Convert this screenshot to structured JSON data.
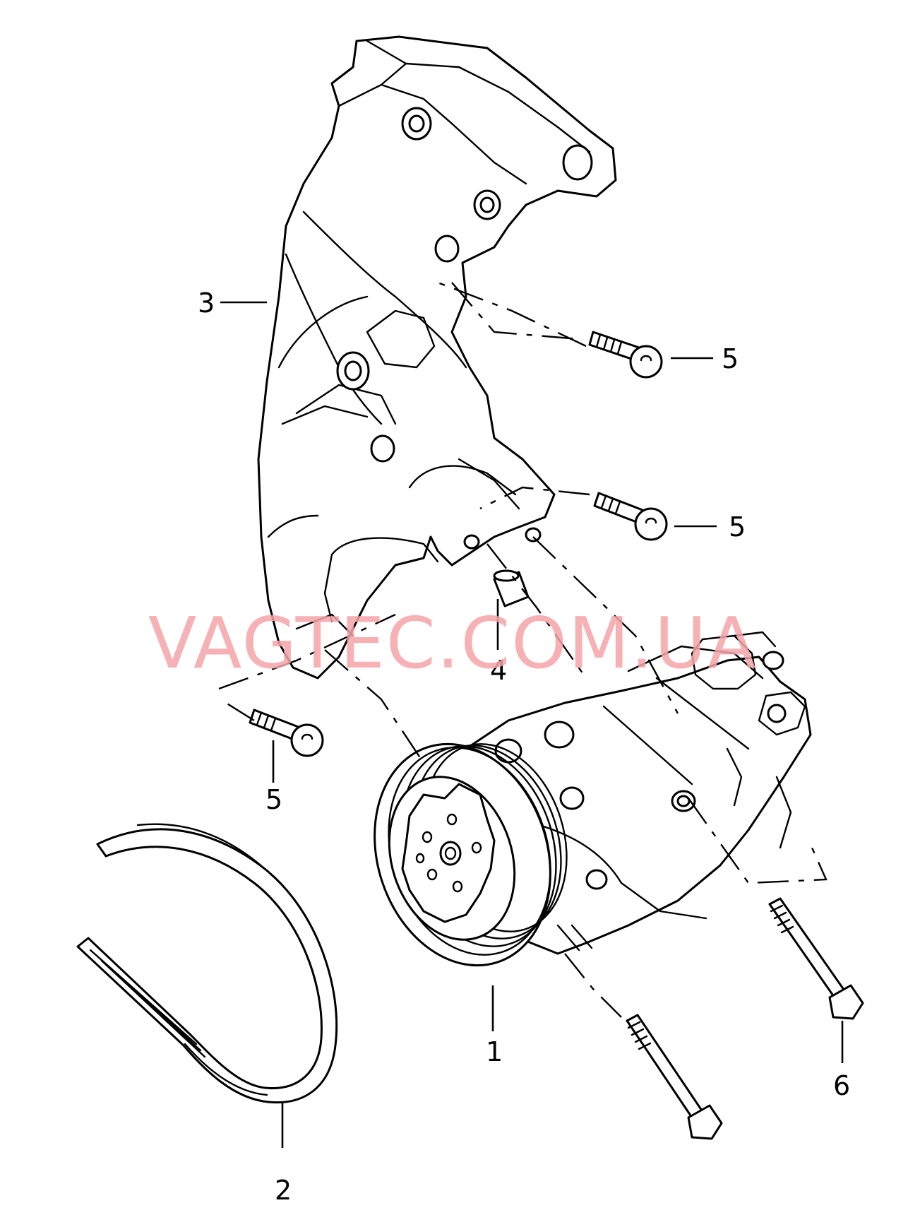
{
  "watermark": {
    "text": "VAGTEC.COM.UA",
    "color": "#f4a3a8"
  },
  "callouts": {
    "compressor": "1",
    "belt": "2",
    "bracket": "3",
    "sleeve": "4",
    "bolt_upper": "5",
    "bolt_middle": "5",
    "bolt_lower": "5",
    "bolt_long": "6"
  }
}
